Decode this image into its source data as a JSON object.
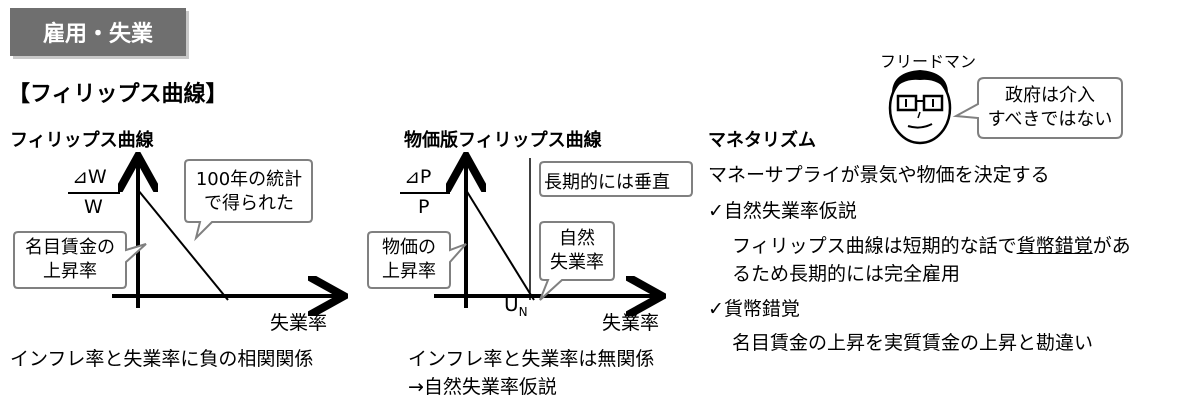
{
  "header": {
    "badge": "雇用・失業"
  },
  "section": {
    "title": "【フィリップス曲線】"
  },
  "chart_left": {
    "title": "フィリップス曲線",
    "ylabel_top": "⊿W",
    "ylabel_bottom": "W",
    "xlabel": "失業率",
    "bubble_stat": [
      "100年の統計",
      "で得られた"
    ],
    "bubble_wage": [
      "名目賃金の",
      "上昇率"
    ],
    "caption": "インフレ率と失業率に負の相関関係"
  },
  "chart_right": {
    "title": "物価版フィリップス曲線",
    "ylabel_top": "⊿P",
    "ylabel_bottom": "P",
    "xlabel": "失業率",
    "bubble_vertical": "長期的には垂直",
    "bubble_natural": [
      "自然",
      "失業率"
    ],
    "bubble_price": [
      "物価の",
      "上昇率"
    ],
    "un_main": "U",
    "un_sub": "N",
    "caption_line1": "インフレ率と失業率は無関係",
    "caption_line2": "→自然失業率仮説"
  },
  "monetarism": {
    "title": "マネタリズム",
    "line1": "マネーサプライが景気や物価を決定する",
    "check1": "✓自然失業率仮説",
    "detail1_part1": "フィリップス曲線は短期的な話で",
    "detail1_underlined": "貨幣錯覚",
    "detail1_part2": "があ",
    "detail1_line2": "るため長期的には完全雇用",
    "check2": "✓貨幣錯覚",
    "detail2": "名目賃金の上昇を実質賃金の上昇と勘違い"
  },
  "friedman": {
    "name": "フリードマン",
    "speech": [
      "政府は介入",
      "すべきではない"
    ]
  },
  "colors": {
    "badge_bg": "#6f6f6f",
    "bubble_border": "#808080"
  }
}
